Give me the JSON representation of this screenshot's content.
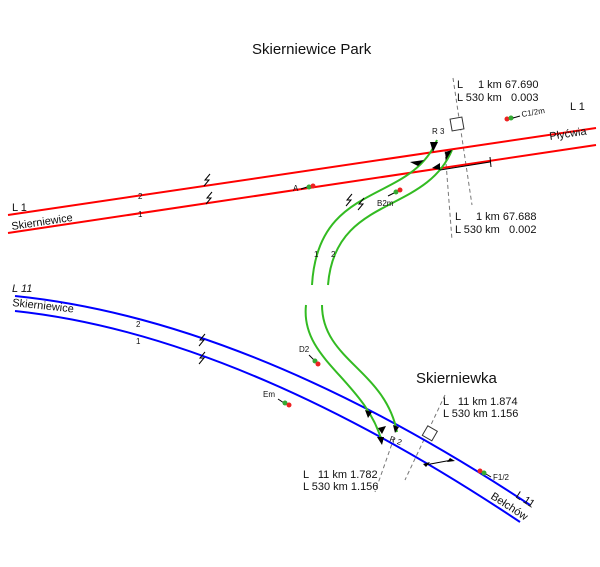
{
  "titles": {
    "park": "Skierniewice Park",
    "skierniewka": "Skierniewka"
  },
  "line1": {
    "label_left": "L 1",
    "label_right": "L 1",
    "dest_left": "Skierniewice",
    "dest_right": "Płyćwia",
    "track_2": "2",
    "track_1": "1"
  },
  "line11": {
    "label_left": "L 11",
    "label_right": "L 11",
    "dest_left": "Skierniewice",
    "dest_right": "Bełchów",
    "track_2": "2",
    "track_1": "1"
  },
  "connector": {
    "track_1": "1",
    "track_2": "2"
  },
  "switches": {
    "r3": "R 3",
    "r2": "R 2"
  },
  "signals": {
    "a": "A",
    "b2m": "B2m",
    "c12m": "C1/2m",
    "d2": "D2",
    "em": "Em",
    "f12": "F1/2"
  },
  "km": {
    "top1": "L     1 km 67.690",
    "top2": "L 530 km   0.003",
    "mid1": "L     1 km 67.688",
    "mid2": "L 530 km   0.002",
    "r1": "L   11 km 1.874",
    "r2": "L 530 km 1.156",
    "l1": "L   11 km 1.782",
    "l2": "L 530 km 1.156"
  },
  "colors": {
    "line1": "#ff0000",
    "line11": "#0000ff",
    "connector": "#33bb22"
  }
}
